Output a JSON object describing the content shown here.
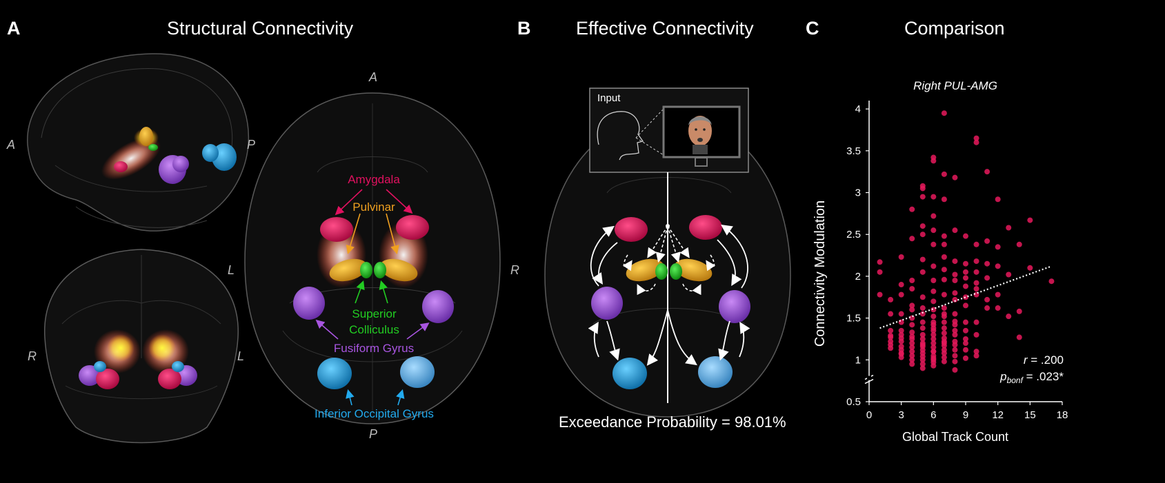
{
  "panel_a": {
    "letter": "A",
    "title": "Structural Connectivity",
    "orientation": {
      "sagittal_anterior": "A",
      "sagittal_posterior": "P",
      "coronal_right": "R",
      "coronal_left": "L",
      "axial_anterior": "A",
      "axial_posterior": "P",
      "axial_left": "L",
      "axial_right": "R"
    },
    "labels": {
      "amygdala": "Amygdala",
      "pulvinar": "Pulvinar",
      "superior_colliculus": "Superior Colliculus",
      "fusiform_gyrus": "Fusiform Gyrus",
      "inferior_occipital_gyrus": "Inferior Occipital Gyrus"
    }
  },
  "panel_b": {
    "letter": "B",
    "title": "Effective Connectivity",
    "input_label": "Input",
    "exceedance": "Exceedance Probability = 98.01%"
  },
  "panel_c": {
    "letter": "C",
    "title": "Comparison"
  },
  "colors": {
    "amygdala": "#e0115f",
    "pulvinar": "#f0a020",
    "superior_colliculus": "#22cc22",
    "fusiform_gyrus": "#a855e0",
    "inferior_occipital_gyrus": "#22aaee",
    "scatter_point": "#e6195c"
  },
  "chart_data": {
    "type": "scatter",
    "title": "Right PUL-AMG",
    "xlabel": "Global Track Count",
    "ylabel": "Connectivity Modulation",
    "xlim": [
      0,
      18
    ],
    "ylim": [
      0.5,
      4.1
    ],
    "x_ticks": [
      "0",
      "3",
      "6",
      "9",
      "12",
      "15",
      "18"
    ],
    "y_ticks": [
      "0.5",
      "1",
      "1.5",
      "2",
      "2.5",
      "3",
      "3.5",
      "4"
    ],
    "stats": {
      "r_label": "r",
      "r_value": " = .200",
      "p_label": "p",
      "p_sub": "bonf",
      "p_value": " = .023*"
    },
    "trend": {
      "x": [
        1,
        17
      ],
      "y": [
        1.38,
        2.12
      ]
    },
    "x": [
      1,
      1,
      1,
      2,
      2,
      2,
      2,
      2,
      2,
      2,
      2,
      3,
      3,
      3,
      3,
      3,
      3,
      3,
      3,
      3,
      3,
      3,
      3,
      3,
      3,
      4,
      4,
      4,
      4,
      4,
      4,
      4,
      4,
      4,
      4,
      4,
      4,
      4,
      4,
      4,
      4,
      4,
      5,
      5,
      5,
      5,
      5,
      5,
      5,
      5,
      5,
      5,
      5,
      5,
      5,
      5,
      5,
      5,
      5,
      5,
      5,
      5,
      5,
      5,
      5,
      6,
      6,
      6,
      6,
      6,
      6,
      6,
      6,
      6,
      6,
      6,
      6,
      6,
      6,
      6,
      6,
      6,
      6,
      6,
      6,
      6,
      6,
      6,
      6,
      6,
      6,
      6,
      7,
      7,
      7,
      7,
      7,
      7,
      7,
      7,
      7,
      7,
      7,
      7,
      7,
      7,
      7,
      7,
      7,
      7,
      7,
      7,
      7,
      7,
      7,
      8,
      8,
      8,
      8,
      8,
      8,
      8,
      8,
      8,
      8,
      8,
      8,
      8,
      8,
      8,
      8,
      8,
      8,
      9,
      9,
      9,
      9,
      9,
      9,
      9,
      9,
      9,
      9,
      9,
      9,
      9,
      10,
      10,
      10,
      10,
      10,
      10,
      10,
      10,
      10,
      10,
      10,
      10,
      11,
      11,
      11,
      11,
      11,
      11,
      12,
      12,
      12,
      12,
      12,
      13,
      13,
      13,
      14,
      14,
      14,
      15,
      15,
      17
    ],
    "y": [
      2.17,
      2.05,
      1.78,
      1.29,
      1.22,
      1.18,
      1.14,
      1.72,
      1.55,
      1.27,
      1.35,
      2.23,
      1.78,
      1.45,
      1.3,
      1.22,
      1.16,
      1.12,
      1.07,
      1.03,
      1.26,
      1.9,
      1.55,
      1.35,
      1.08,
      2.8,
      2.45,
      1.95,
      1.85,
      1.65,
      1.5,
      1.42,
      1.33,
      1.25,
      1.2,
      1.15,
      1.1,
      1.05,
      1.0,
      0.95,
      1.28,
      1.6,
      3.08,
      3.05,
      2.95,
      2.6,
      2.2,
      2.05,
      1.75,
      1.55,
      1.38,
      1.3,
      1.25,
      1.2,
      1.16,
      1.12,
      1.08,
      1.04,
      1.0,
      0.95,
      0.9,
      1.18,
      1.45,
      1.62,
      2.5,
      3.42,
      3.38,
      2.95,
      2.72,
      2.55,
      2.38,
      2.12,
      1.95,
      1.82,
      1.6,
      1.42,
      1.38,
      1.3,
      1.25,
      1.2,
      1.15,
      1.1,
      1.05,
      1.0,
      0.97,
      0.93,
      1.7,
      1.52,
      1.35,
      1.1,
      1.45,
      1.02,
      3.95,
      3.22,
      2.92,
      2.48,
      2.38,
      2.23,
      2.08,
      1.96,
      1.78,
      1.62,
      1.52,
      1.45,
      1.38,
      1.32,
      1.26,
      1.22,
      1.17,
      1.12,
      1.08,
      1.03,
      0.98,
      1.55,
      1.2,
      3.18,
      2.55,
      2.18,
      2.02,
      1.95,
      1.72,
      1.55,
      1.46,
      1.42,
      1.35,
      1.3,
      1.22,
      1.18,
      1.12,
      1.05,
      0.98,
      0.88,
      1.8,
      2.48,
      2.15,
      2.05,
      1.88,
      1.75,
      1.65,
      1.45,
      1.35,
      1.25,
      1.2,
      1.12,
      1.02,
      1.98,
      3.65,
      3.6,
      2.38,
      2.18,
      2.05,
      1.92,
      1.85,
      1.78,
      1.45,
      1.3,
      1.1,
      1.05,
      3.25,
      2.42,
      2.15,
      1.98,
      1.72,
      1.62,
      2.92,
      2.35,
      2.12,
      1.78,
      1.62,
      2.58,
      2.02,
      1.52,
      2.38,
      1.58,
      1.27,
      2.67,
      2.1,
      1.94
    ]
  }
}
